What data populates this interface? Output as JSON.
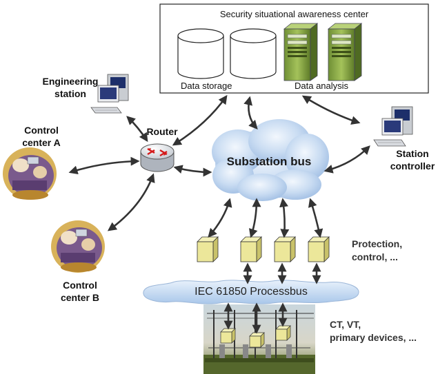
{
  "center": {
    "title": "Security situational awareness center",
    "data_storage": "Data storage",
    "data_analysis": "Data analysis"
  },
  "nodes": {
    "engineering_station_line1": "Engineering",
    "engineering_station_line2": "station",
    "control_center_a_line1": "Control",
    "control_center_a_line2": "center A",
    "control_center_b_line1": "Control",
    "control_center_b_line2": "center B",
    "router": "Router",
    "substation_bus": "Substation bus",
    "station_controller_line1": "Station",
    "station_controller_line2": "controller",
    "processbus": "IEC 61850 Processbus",
    "protection_line1": "Protection,",
    "protection_line2": "control, ...",
    "primary_line1": "CT, VT,",
    "primary_line2": "primary devices, ..."
  }
}
